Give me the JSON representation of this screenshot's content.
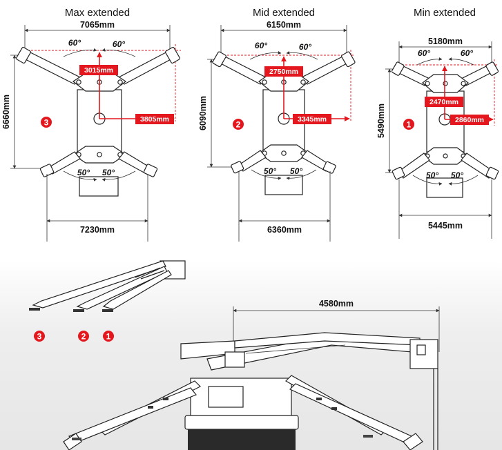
{
  "configs": [
    {
      "title": "Max extended",
      "top_width": "7065mm",
      "bottom_width": "7230mm",
      "height": "6660mm",
      "reach_up": "3015mm",
      "reach_side": "3805mm",
      "badge": "3",
      "top_angle_left": "60°",
      "top_angle_right": "60°",
      "bottom_angle_left": "50°",
      "bottom_angle_right": "50°"
    },
    {
      "title": "Mid extended",
      "top_width": "6150mm",
      "bottom_width": "6360mm",
      "height": "6090mm",
      "reach_up": "2750mm",
      "reach_side": "3345mm",
      "badge": "2",
      "top_angle_left": "60°",
      "top_angle_right": "60°",
      "bottom_angle_left": "50°",
      "bottom_angle_right": "50°"
    },
    {
      "title": "Min extended",
      "top_width": "5180mm",
      "bottom_width": "5445mm",
      "height": "5490mm",
      "reach_up": "2470mm",
      "reach_side": "2860mm",
      "badge": "1",
      "top_angle_left": "60°",
      "top_angle_right": "60°",
      "bottom_angle_left": "50°",
      "bottom_angle_right": "50°"
    }
  ],
  "side_view": {
    "badges": [
      "3",
      "2",
      "1"
    ]
  },
  "machine": {
    "boom_reach": "4580mm"
  },
  "colors": {
    "accent_red": "#e3171d",
    "line": "#222222"
  }
}
